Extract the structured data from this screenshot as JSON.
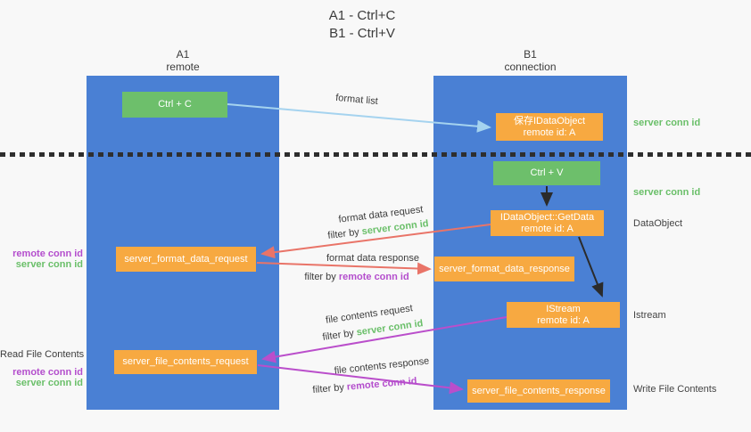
{
  "title": {
    "line1": "A1 - Ctrl+C",
    "line2": "B1 - Ctrl+V"
  },
  "lanes": {
    "a1": {
      "title": "A1",
      "subtitle": "remote"
    },
    "b1": {
      "title": "B1",
      "subtitle": "connection"
    }
  },
  "nodes": {
    "ctrl_c": {
      "label": "Ctrl + C"
    },
    "ctrl_v": {
      "label": "Ctrl + V"
    },
    "save_idataobject": {
      "line1": "保存IDataObject",
      "line2": "remote id: A"
    },
    "getdata": {
      "line1": "IDataObject::GetData",
      "line2": "remote id: A"
    },
    "istream": {
      "line1": "IStream",
      "line2": "remote id: A"
    },
    "format_request": {
      "label": "server_format_data_request"
    },
    "format_response": {
      "label": "server_format_data_response"
    },
    "file_request": {
      "label": "server_file_contents_request"
    },
    "file_response": {
      "label": "server_file_contents_response"
    }
  },
  "arrow_labels": {
    "format_list": "format list",
    "format_data_request": "format data request",
    "format_data_response": "format data response",
    "file_contents_request": "file contents request",
    "file_contents_response": "file contents response",
    "filter_by": "filter by ",
    "server_conn_id": "server conn id",
    "remote_conn_id": "remote conn id"
  },
  "side_labels": {
    "right": {
      "server_conn_id_top": "server conn id",
      "server_conn_id_mid": "server conn id",
      "dataobject": "DataObject",
      "istream": "Istream",
      "write_file_contents": "Write File Contents"
    },
    "left": {
      "remote_conn_id_1": "remote conn id",
      "server_conn_id_1": "server conn id",
      "read_file_contents": "Read File Contents",
      "remote_conn_id_2": "remote conn id",
      "server_conn_id_2": "server conn id"
    }
  },
  "colors": {
    "lane_blue": "#4a80d4",
    "node_green": "#6dbf6b",
    "node_orange": "#f7a941",
    "arrow_light_blue": "#a5d3ef",
    "arrow_red": "#e97468",
    "arrow_purple": "#ba4ecb",
    "arrow_black": "#2b2b2b",
    "label_green": "#6abf69",
    "label_purple": "#b44ecd"
  }
}
